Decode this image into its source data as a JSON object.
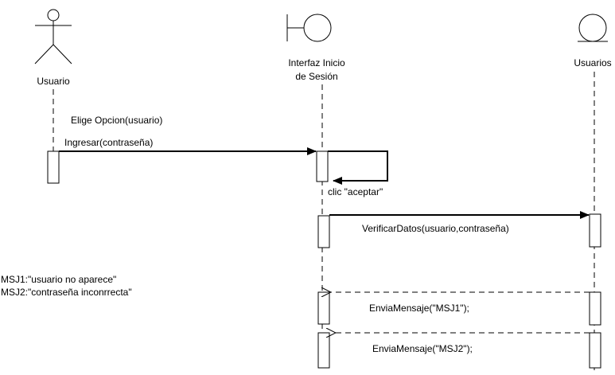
{
  "participants": {
    "usuario": {
      "label": "Usuario",
      "kind": "actor"
    },
    "interfaz": {
      "label_line1": "Interfaz Inicio",
      "label_line2": "de Sesión",
      "kind": "boundary"
    },
    "usuarios": {
      "label": "Usuarios",
      "kind": "entity"
    }
  },
  "messages": {
    "elige_opcion": "Elige Opcion(usuario)",
    "ingresar": "Ingresar(contraseña)",
    "clic_aceptar": "clic \"aceptar\"",
    "verificar_datos": "VerificarDatos(usuario,contraseña)",
    "envia_msj1": "EnviaMensaje(\"MSJ1\");",
    "envia_msj2": "EnviaMensaje(\"MSJ2\");"
  },
  "note": {
    "line1": "MSJ1:\"usuario no aparece\"",
    "line2": "MSJ2:\"contraseña inconrrecta\""
  },
  "colors": {
    "stroke": "#000000",
    "background": "#ffffff"
  }
}
